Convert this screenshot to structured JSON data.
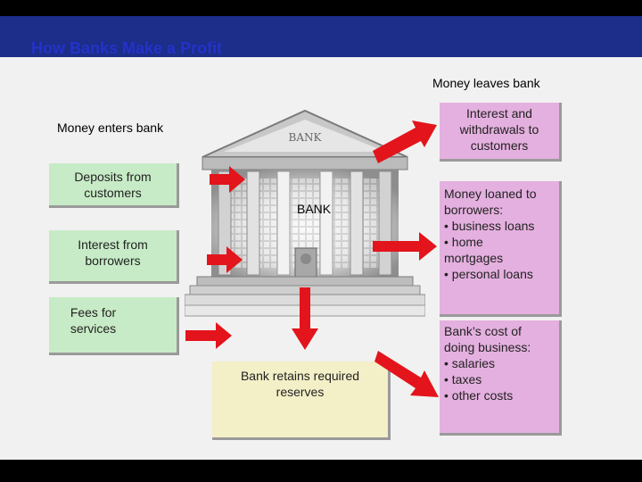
{
  "header": {
    "title": "How Banks Make a Profit"
  },
  "labels": {
    "money_leaves": "Money leaves bank",
    "money_enters": "Money enters bank",
    "bank": "BANK",
    "bank_sign": "BANK"
  },
  "inflows": [
    {
      "text": "Deposits from customers"
    },
    {
      "text": "Interest from borrowers"
    },
    {
      "text": "Fees for services"
    }
  ],
  "outflows": [
    {
      "lines": [
        "Interest and",
        "withdrawals to",
        "customers"
      ]
    },
    {
      "lines": [
        "Money loaned to",
        "borrowers:",
        "• business loans",
        "• home",
        "mortgages",
        "• personal loans"
      ]
    },
    {
      "lines": [
        "Bank’s cost of",
        "doing business:",
        "• salaries",
        "• taxes",
        "• other costs"
      ]
    }
  ],
  "reserves": {
    "text": "Bank retains required reserves"
  },
  "colors": {
    "title_bar": "#1c2d8a",
    "title_text": "#2432c8",
    "inflow_box": "#c7ebc6",
    "outflow_box": "#e4b0df",
    "reserve_box": "#f3efc7",
    "arrow": "#e3141b"
  }
}
